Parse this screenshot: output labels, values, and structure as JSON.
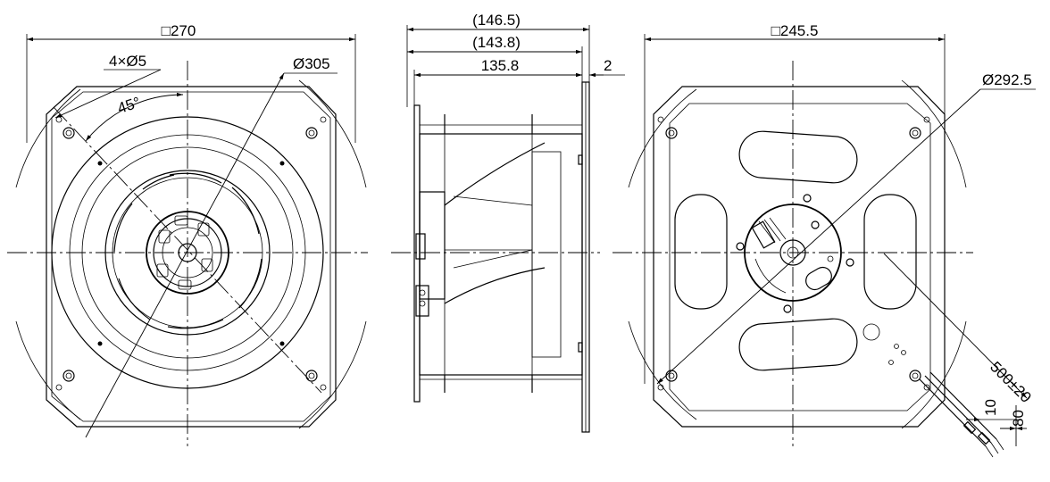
{
  "front_view": {
    "width_label": "□270",
    "holes_label": "4×Ø5",
    "angle_label": "45°",
    "diameter_label": "Ø305"
  },
  "side_view": {
    "overall_label": "(146.5)",
    "depth_label": "(143.8)",
    "body_label": "135.8",
    "flange_label": "2"
  },
  "rear_view": {
    "width_label": "□245.5",
    "diameter_label": "Ø292.5",
    "cable_label": "500±20",
    "strip_label_1": "10",
    "strip_label_2": "80"
  }
}
